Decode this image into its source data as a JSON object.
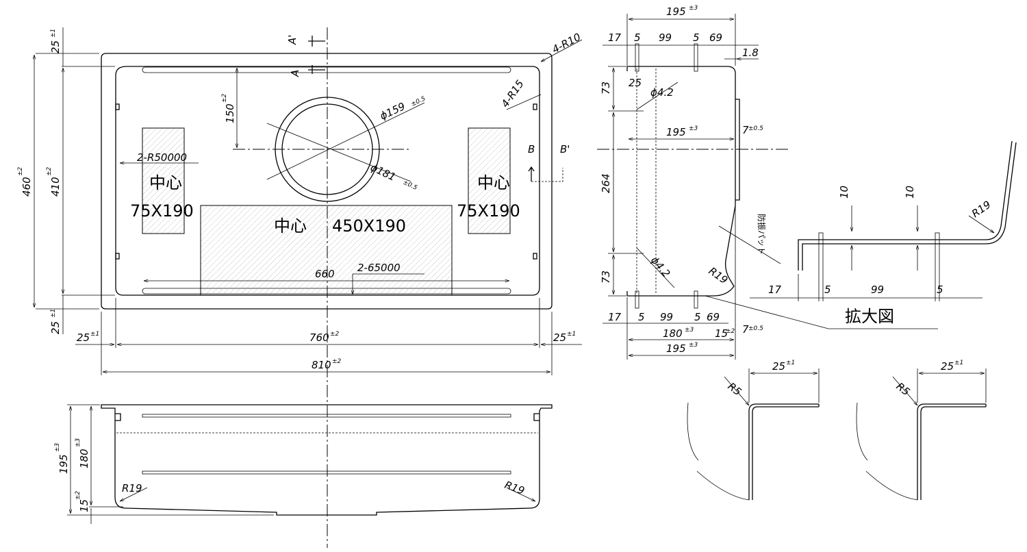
{
  "plan": {
    "section_a": "A'",
    "section_a2": "A",
    "section_b": "B",
    "section_b2": "B'",
    "radius_corner_outer": "4-R10",
    "radius_corner_inner": "4-R15",
    "dim_top_margin": "25",
    "dim_top_margin_tol": "±1",
    "dim_bottom_margin": "25",
    "dim_bottom_margin_tol": "±1",
    "dim_height_outer": "460",
    "dim_height_outer_tol": "±2",
    "dim_height_inner": "410",
    "dim_height_inner_tol": "±2",
    "dim_hole_offset": "150",
    "dim_hole_offset_tol": "±2",
    "dim_hole_inner": "ϕ159",
    "dim_hole_inner_tol": "±0.5",
    "dim_hole_outer": "ϕ181",
    "dim_hole_outer_tol": "±0.5",
    "radius_large": "2-R50000",
    "radius_large2": "2-65000",
    "pad_left_center": "中心",
    "pad_left_size": "75X190",
    "pad_right_center": "中心",
    "pad_right_size": "75X190",
    "pad_center_label": "中心",
    "pad_center_size": "450X190",
    "dim_660": "660",
    "dim_left_margin": "25",
    "dim_left_margin_tol": "±1",
    "dim_inner_width": "760",
    "dim_inner_width_tol": "±2",
    "dim_right_margin": "25",
    "dim_right_margin_tol": "±1",
    "dim_outer_width": "810",
    "dim_outer_width_tol": "±2"
  },
  "front": {
    "dim_195": "195",
    "dim_195_tol": "±3",
    "dim_180": "180",
    "dim_180_tol": "±3",
    "dim_15": "15",
    "dim_15_tol": "±2",
    "radius_left": "R19",
    "radius_right": "R19"
  },
  "side": {
    "dim_top_195": "195",
    "dim_top_195_tol": "±3",
    "dim_17": "17",
    "dim_5a": "5",
    "dim_99": "99",
    "dim_5b": "5",
    "dim_69": "69",
    "dim_1_8": "1.8",
    "dim_73_top": "73",
    "dim_25": "25",
    "dim_hole_a": "ϕ4.2",
    "dim_mid_195": "195",
    "dim_mid_195_tol": "±3",
    "dim_7": "7",
    "dim_7_tol": "±0.5",
    "dim_264": "264",
    "pad_label": "防振パット",
    "dim_73_bot": "73",
    "dim_hole_b": "ϕ4.2",
    "radius": "R19",
    "dim_b17": "17",
    "dim_b5a": "5",
    "dim_b99": "99",
    "dim_b5b": "5",
    "dim_b69": "69",
    "dim_b180": "180",
    "dim_b180_tol": "±3",
    "dim_b15": "15",
    "dim_b15_tol": "±2",
    "dim_b7": "7",
    "dim_b7_tol": "±0.5",
    "dim_b195": "195",
    "dim_b195_tol": "±3"
  },
  "detail": {
    "dim_10a": "10",
    "dim_10b": "10",
    "radius": "R19",
    "dim_17": "17",
    "dim_5a": "5",
    "dim_99": "99",
    "dim_5b": "5",
    "title": "拡大図"
  },
  "flange_left": {
    "dim_25": "25",
    "dim_25_tol": "±1",
    "radius": "R5"
  },
  "flange_right": {
    "dim_25": "25",
    "dim_25_tol": "±1",
    "radius": "R5"
  }
}
